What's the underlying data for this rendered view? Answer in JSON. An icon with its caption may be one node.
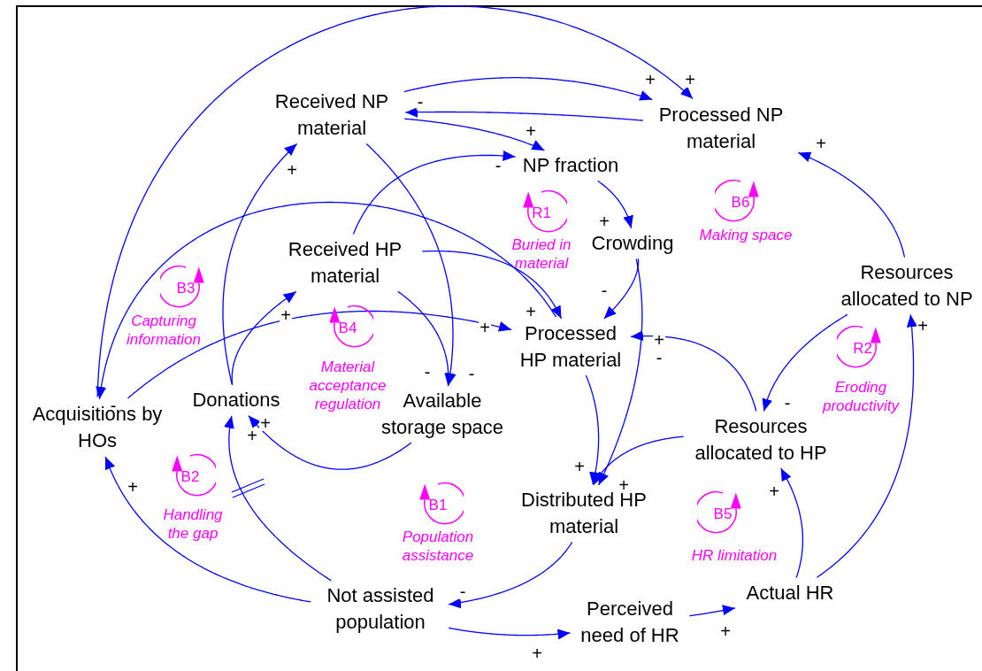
{
  "diagram": {
    "nodes": [
      {
        "text": [
          "Received NP material"
        ]
      },
      {
        "text": [
          "Processed NP material"
        ]
      },
      {
        "text": [
          "NP fraction"
        ]
      },
      {
        "text": [
          "Crowding"
        ]
      },
      {
        "text": [
          "Received HP material"
        ]
      },
      {
        "text": [
          "Resources allocated to NP"
        ]
      },
      {
        "text": [
          "Processed HP material"
        ]
      },
      {
        "text": [
          "Donations"
        ]
      },
      {
        "text": [
          "Available storage space"
        ]
      },
      {
        "text": [
          "Acquisitions by HOs"
        ]
      },
      {
        "text": [
          "Resources allocated to HP"
        ]
      },
      {
        "text": [
          "Distributed HP material"
        ]
      },
      {
        "text": [
          "Not assisted population"
        ]
      },
      {
        "text": [
          "Perceived need of HR"
        ]
      },
      {
        "text": [
          "Actual HR"
        ]
      }
    ],
    "edges": [
      {
        "from": 9,
        "to": 1,
        "arrow": "to",
        "label": "+"
      },
      {
        "from": 6,
        "to": 9,
        "arrow": "to",
        "label": "-"
      },
      {
        "from": 0,
        "to": 1,
        "arrow": "to",
        "label": "+"
      },
      {
        "from": 1,
        "to": 0,
        "arrow": "to",
        "label": "-"
      },
      {
        "from": 0,
        "to": 2,
        "arrow": "to",
        "label": "+"
      },
      {
        "from": 4,
        "to": 2,
        "arrow": "to",
        "label": "-"
      },
      {
        "from": 0,
        "to": 8,
        "arrow": "to",
        "label": "-"
      },
      {
        "from": 4,
        "to": 8,
        "arrow": "to",
        "label": "-"
      },
      {
        "from": 4,
        "to": 6,
        "arrow": "to",
        "label": "+"
      },
      {
        "from": 9,
        "to": 6,
        "arrow": "to",
        "label": "+"
      },
      {
        "from": 2,
        "to": 3,
        "arrow": "to",
        "label": "+"
      },
      {
        "from": 3,
        "to": 6,
        "arrow": "to",
        "label": "-"
      },
      {
        "from": 3,
        "to": 11,
        "arrow": "to",
        "label": "-"
      },
      {
        "from": 10,
        "to": 6,
        "arrow": "to",
        "label": "+"
      },
      {
        "from": 6,
        "to": 11,
        "arrow": "to",
        "label": "+"
      },
      {
        "from": 10,
        "to": 11,
        "arrow": "to",
        "label": "+"
      },
      {
        "from": 5,
        "to": 1,
        "arrow": "to",
        "label": "+"
      },
      {
        "from": 5,
        "to": 10,
        "arrow": "to",
        "label": "-"
      },
      {
        "from": 14,
        "to": 10,
        "arrow": "to",
        "label": "+"
      },
      {
        "from": 14,
        "to": 5,
        "arrow": "to",
        "label": "+"
      },
      {
        "from": 13,
        "to": 14,
        "arrow": "to",
        "label": "+"
      },
      {
        "from": 12,
        "to": 13,
        "arrow": "to",
        "label": "+"
      },
      {
        "from": 11,
        "to": 12,
        "arrow": "to",
        "label": "-"
      },
      {
        "from": 12,
        "to": 9,
        "arrow": "to",
        "label": "+"
      },
      {
        "from": 12,
        "to": 7,
        "arrow": "to",
        "label": "+"
      },
      {
        "from": 7,
        "to": 0,
        "arrow": "to",
        "label": "+"
      },
      {
        "from": 7,
        "to": 4,
        "arrow": "to",
        "label": "+"
      },
      {
        "from": 8,
        "to": 7,
        "arrow": "to",
        "label": "+"
      }
    ],
    "labels": [
      "R1",
      "Buried in material",
      "B6",
      "Making space",
      "B3",
      "Capturing information",
      "B4",
      "Material acceptance regulation",
      "R2",
      "Eroding productivity",
      "B2",
      "Handling the gap",
      "B1",
      "Population assistance",
      "B5",
      "HR limitation"
    ]
  }
}
